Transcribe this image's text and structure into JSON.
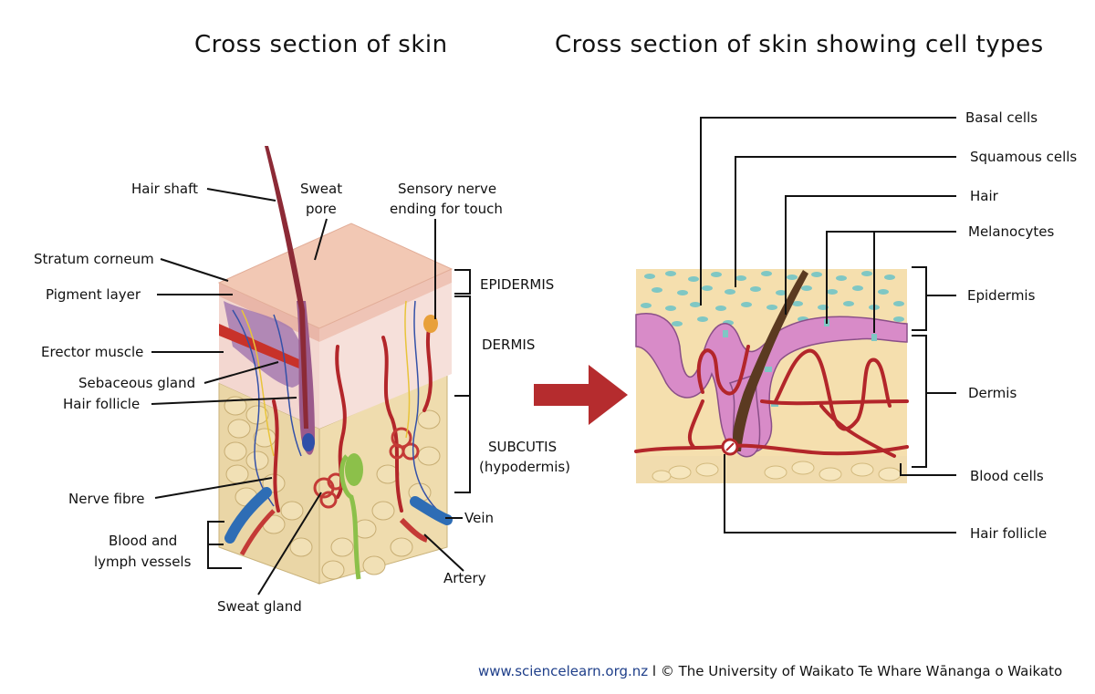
{
  "titles": {
    "left": "Cross section of skin",
    "right": "Cross section of skin showing cell types"
  },
  "left_diagram": {
    "labels": {
      "hair_shaft": "Hair shaft",
      "sweat_pore_line1": "Sweat",
      "sweat_pore_line2": "pore",
      "sensory_line1": "Sensory nerve",
      "sensory_line2": "ending for touch",
      "stratum_corneum": "Stratum corneum",
      "pigment_layer": "Pigment layer",
      "erector_muscle": "Erector muscle",
      "sebaceous_gland": "Sebaceous gland",
      "hair_follicle": "Hair follicle",
      "nerve_fibre": "Nerve fibre",
      "blood_lymph_line1": "Blood and",
      "blood_lymph_line2": "lymph vessels",
      "sweat_gland": "Sweat gland",
      "vein": "Vein",
      "artery": "Artery"
    },
    "layers": {
      "epidermis": "EPIDERMIS",
      "dermis": "DERMIS",
      "subcutis_line1": "SUBCUTIS",
      "subcutis_line2": "(hypodermis)"
    }
  },
  "right_diagram": {
    "labels": {
      "basal_cells": "Basal cells",
      "squamous_cells": "Squamous cells",
      "hair": "Hair",
      "melanocytes": "Melanocytes",
      "epidermis": "Epidermis",
      "dermis": "Dermis",
      "blood_cells": "Blood cells",
      "hair_follicle": "Hair follicle"
    }
  },
  "footer": {
    "url": "www.sciencelearn.org.nz",
    "separator": " l © ",
    "credit": "The University of Waikato Te Whare Wānanga o Waikato"
  },
  "colors": {
    "skin_top": "#f2c8b4",
    "dermis": "#f3d7d0",
    "fat": "#ead6a6",
    "blood_red": "#b3262a",
    "vein_blue": "#2e6db5",
    "follicle_purple": "#a47ab0",
    "arrow": "#b52c2e",
    "epidermis_bg": "#f5dfae",
    "squamous_dots": "#7fc7c4",
    "basal_pink": "#d88bc8"
  }
}
